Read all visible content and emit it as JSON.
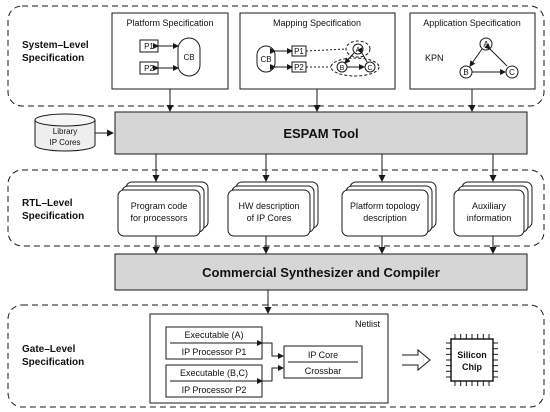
{
  "levels": {
    "system": [
      "System–Level",
      "Specification"
    ],
    "rtl": [
      "RTL–Level",
      "Specification"
    ],
    "gate": [
      "Gate–Level",
      "Specification"
    ]
  },
  "platform_spec": {
    "title": "Platform Specification",
    "p1": "P1",
    "p2": "P2",
    "cb": "CB"
  },
  "mapping_spec": {
    "title": "Mapping Specification",
    "cb": "CB",
    "p1": "P1",
    "p2": "P2",
    "a": "A",
    "b": "B",
    "c": "C"
  },
  "application_spec": {
    "title": "Application Specification",
    "kpn": "KPN",
    "a": "A",
    "b": "B",
    "c": "C"
  },
  "library": {
    "line1": "Library",
    "line2": "IP Cores"
  },
  "espam": {
    "label": "ESPAM Tool"
  },
  "rtl_outputs": [
    {
      "line1": "Program code",
      "line2": "for processors"
    },
    {
      "line1": "HW description",
      "line2": "of IP Cores"
    },
    {
      "line1": "Platform topology",
      "line2": "description"
    },
    {
      "line1": "Auxiliary",
      "line2": "information"
    }
  ],
  "synth": {
    "label": "Commercial Synthesizer and Compiler"
  },
  "netlist": {
    "title": "Netlist",
    "exec1": "Executable  (A)",
    "proc1": "IP Processor P1",
    "exec2": "Executable (B,C)",
    "proc2": "IP Processor P2",
    "ipcore": "IP Core",
    "crossbar": "Crossbar"
  },
  "chip": {
    "line1": "Silicon",
    "line2": "Chip"
  },
  "colors": {
    "bar_fill": "#d6d6d6",
    "stroke": "#1a1a1a",
    "background": "#ffffff"
  }
}
